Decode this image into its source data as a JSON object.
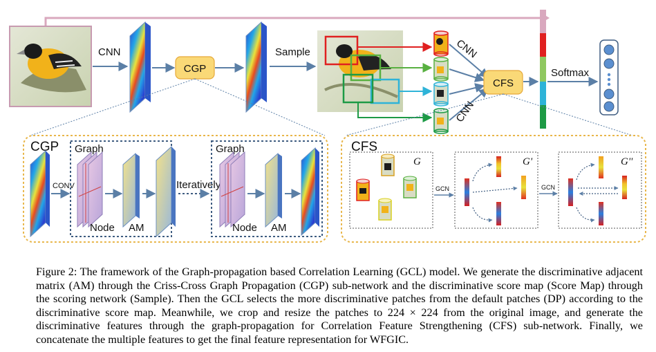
{
  "diagram": {
    "label_cnn_1": "CNN",
    "label_cgp": "CGP",
    "label_sample": "Sample",
    "label_cnn_2": "CNN",
    "label_cnn_3": "CNN",
    "label_cfs": "CFS",
    "label_softmax": "Softmax",
    "cgp_panel": {
      "title": "CGP",
      "graph_1": "Graph",
      "graph_2": "Graph",
      "conv": "CONV",
      "iteratively": "Iteratively",
      "node_1": "Node",
      "node_2": "Node",
      "am_1": "AM",
      "am_2": "AM"
    },
    "cfs_panel": {
      "title": "CFS",
      "g": "G",
      "g_prime": "G'",
      "g_double": "G''",
      "gcn_1": "GCN",
      "gcn_2": "GCN"
    },
    "colors": {
      "cgp_box": "#fad977",
      "cgp_border": "#e6a93a",
      "panel_border": "#e8b64a",
      "dotted_box": "#3e5c80",
      "arrow": "#5b7fa6",
      "crop_red": "#e02020",
      "crop_green": "#58b040",
      "crop_cyan": "#2eb3d8",
      "crop_darkgreen": "#1d9a45",
      "concat_pink": "#d9a8be",
      "softmax_node": "#5b8fd0"
    }
  },
  "caption": {
    "prefix": "Figure 2:",
    "text": " The framework of the Graph-propagation based Correlation Learning (GCL) model. We generate the discriminative adjacent matrix (AM) through the Criss-Cross Graph Propagation (CGP) sub-network and the discriminative score map (Score Map) through the scoring network (Sample). Then the GCL selects the more discriminative patches from the default patches (DP) according to the discriminative score map. Meanwhile, we crop and resize the patches to 224 × 224 from the original image, and generate the discriminative features through the graph-propagation for Correlation Feature Strengthening (CFS) sub-network. Finally, we concatenate the multiple features to get the final feature representation for WFGIC."
  }
}
